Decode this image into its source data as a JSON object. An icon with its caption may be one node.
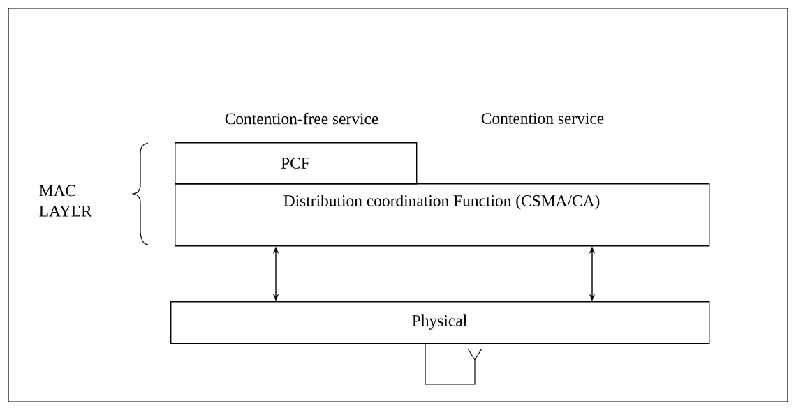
{
  "diagram": {
    "nodes": [
      {
        "text": [
          "PCF"
        ]
      },
      {
        "text": [
          "Distribution coordination Function (CSMA/CA)"
        ]
      },
      {
        "text": [
          "Physical"
        ]
      }
    ],
    "edges": [
      {
        "from": 1,
        "to": 2,
        "arrow": "both"
      },
      {
        "from": 1,
        "to": 2,
        "arrow": "both"
      },
      {
        "from": 2,
        "to": null,
        "arrow": "other"
      }
    ],
    "labels": [
      "Contention-free service",
      "Contention service",
      "MAC LAYER"
    ]
  }
}
